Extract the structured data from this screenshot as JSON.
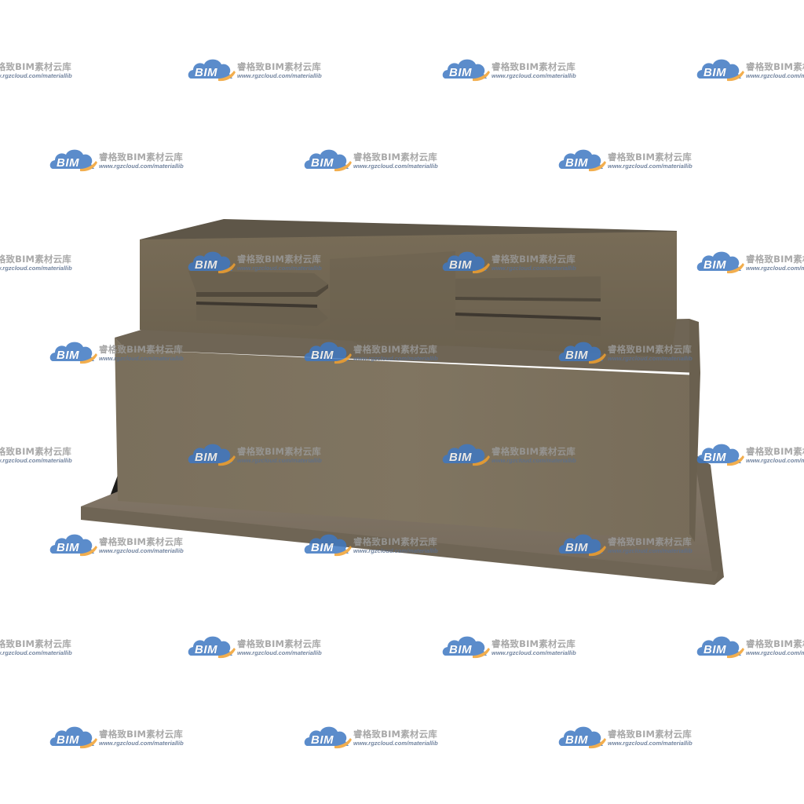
{
  "watermark": {
    "logo_text": "BIM",
    "title": "睿格致BIM素材云库",
    "url": "www.rgzcloud.com/materiallib"
  },
  "colors": {
    "background": "#ffffff",
    "model_face": "#7d725f",
    "model_top": "#6e6453",
    "model_side": "#5f5647",
    "model_shadow": "#1d1c1a",
    "logo_blue": "#3f78c2",
    "logo_orange": "#f0a030",
    "watermark_text": "#9a9a9a",
    "watermark_url": "#5a6f8f"
  }
}
